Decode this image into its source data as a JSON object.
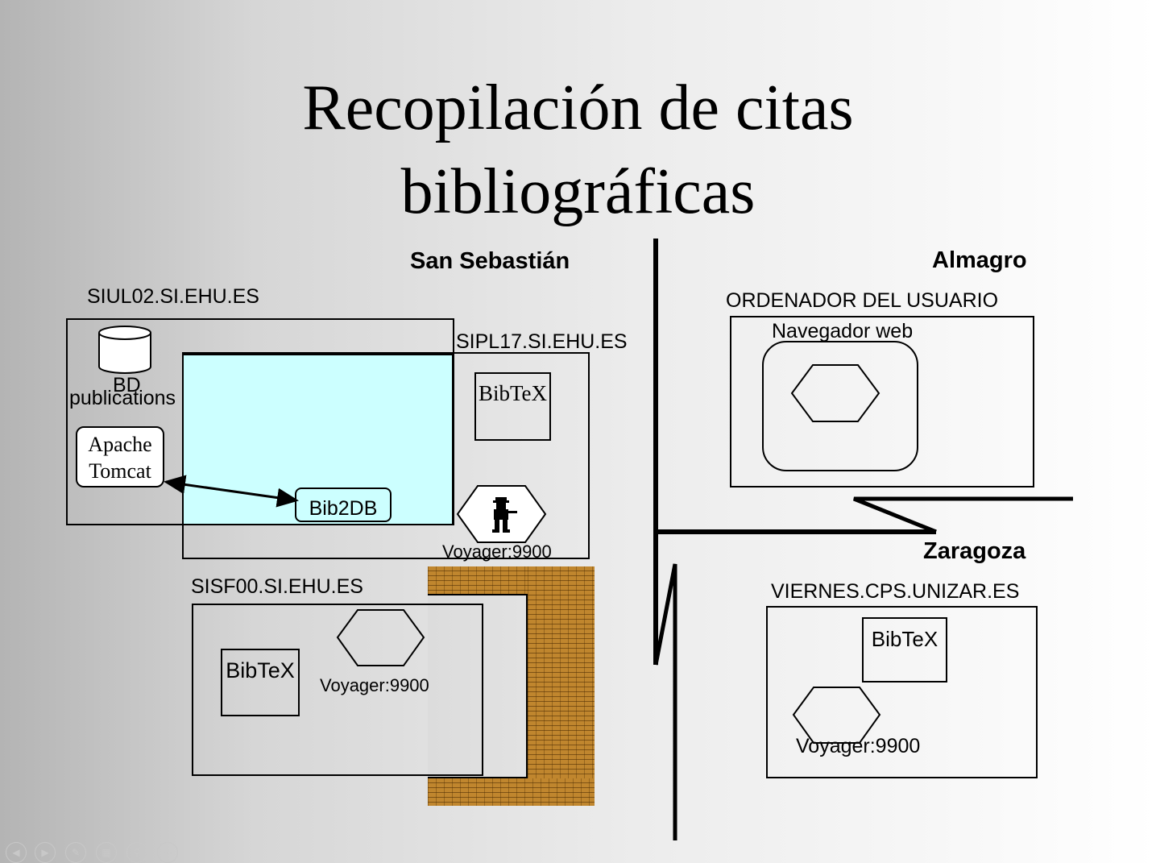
{
  "slide": {
    "title_line1": "Recopilación de citas",
    "title_line2": "bibliográficas"
  },
  "locations": {
    "san_sebastian": "San Sebastián",
    "almagro": "Almagro",
    "zaragoza": "Zaragoza"
  },
  "siul02": {
    "host": "SIUL02.SI.EHU.ES",
    "db_label_1": "BD",
    "db_label_2": "publications",
    "tomcat_1": "Apache",
    "tomcat_2": "Tomcat"
  },
  "sipl17": {
    "host": "SIPL17.SI.EHU.ES",
    "bibtex": "BibTeX",
    "bib2db": "Bib2DB",
    "voyager": "Voyager:9900"
  },
  "sisf00": {
    "host": "SISF00.SI.EHU.ES",
    "bibtex": "BibTeX",
    "voyager": "Voyager:9900"
  },
  "user_pc": {
    "host": "ORDENADOR DEL USUARIO",
    "browser": "Navegador web"
  },
  "viernes": {
    "host": "VIERNES.CPS.UNIZAR.ES",
    "bibtex": "BibTeX",
    "voyager": "Voyager:9900"
  },
  "colors": {
    "bib2db_area": "#ccffff",
    "firewall": "#c0862e"
  },
  "icons": {
    "agent": "agent-figure-icon",
    "database": "database-cylinder-icon"
  }
}
